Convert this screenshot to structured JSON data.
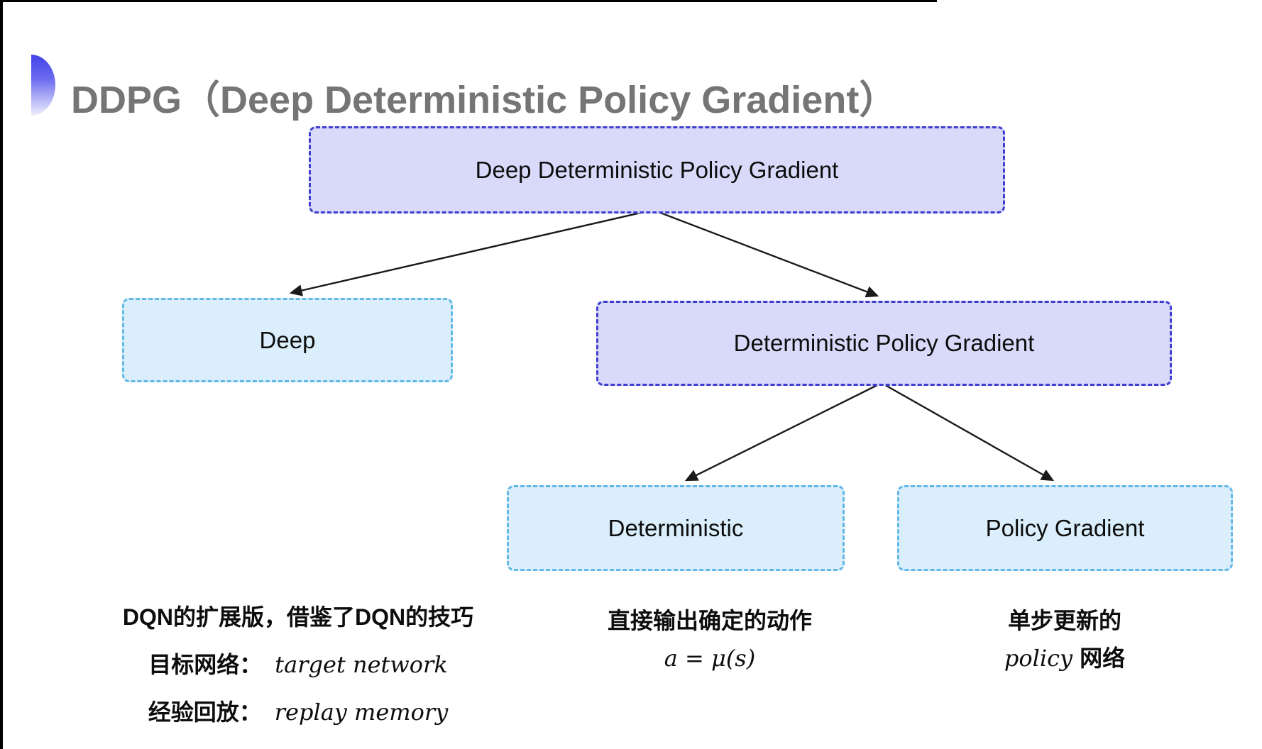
{
  "frame": {
    "top_line_color": "#000000",
    "left_line_color": "#000000"
  },
  "header": {
    "title": "DDPG（Deep Deterministic Policy Gradient）",
    "title_color": "#757575",
    "icon": {
      "name": "half-circle-gradient-bullet",
      "gradient_top": "#4242e9",
      "gradient_bottom": "#eeeefd"
    }
  },
  "diagram": {
    "node_styles": {
      "purple": {
        "fill": "#d9d9fa",
        "border": "#3d3dd2"
      },
      "blue": {
        "fill": "#daeffb",
        "border": "#62b8e6"
      }
    },
    "arrow_color": "#1a1a1a",
    "nodes": [
      {
        "id": "ddpg",
        "label": "Deep Deterministic Policy Gradient",
        "style": "purple"
      },
      {
        "id": "deep",
        "label": "Deep",
        "style": "blue"
      },
      {
        "id": "dpg",
        "label": "Deterministic Policy Gradient",
        "style": "purple"
      },
      {
        "id": "deterministic",
        "label": "Deterministic",
        "style": "blue"
      },
      {
        "id": "policy_gradient",
        "label": "Policy Gradient",
        "style": "blue"
      }
    ],
    "edges": [
      {
        "from": "ddpg",
        "to": "deep"
      },
      {
        "from": "ddpg",
        "to": "dpg"
      },
      {
        "from": "dpg",
        "to": "deterministic"
      },
      {
        "from": "dpg",
        "to": "policy_gradient"
      }
    ]
  },
  "annotations": {
    "deep_note": {
      "line1": "DQN的扩展版，借鉴了DQN的技巧",
      "line2_label": "目标网络：",
      "line2_term": "target network",
      "line3_label": "经验回放：",
      "line3_term": "replay memory"
    },
    "deterministic_note": {
      "line1": "直接输出确定的动作",
      "formula": "a = μ(s)"
    },
    "policy_gradient_note": {
      "line1": "单步更新的",
      "line2_term": "policy",
      "line2_rest": "网络"
    }
  }
}
